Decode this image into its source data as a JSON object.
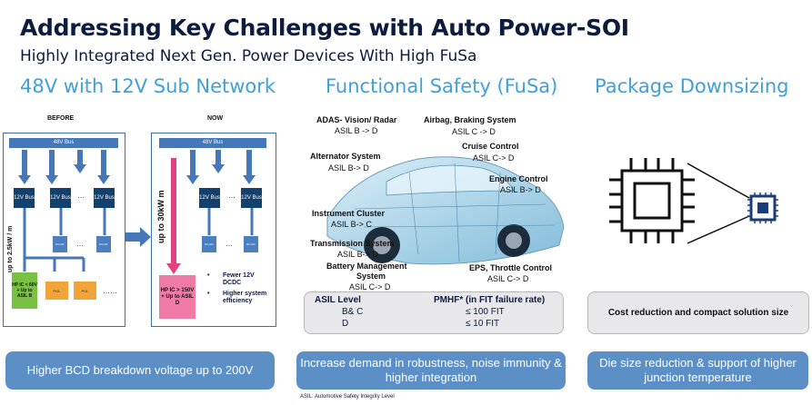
{
  "header": {
    "title": "Addressing Key Challenges with Auto Power-SOI",
    "subtitle": "Highly Integrated Next Gen. Power Devices With High FuSa"
  },
  "columns": {
    "left": {
      "heading": "48V with 12V Sub Network",
      "before_label": "BEFORE",
      "now_label": "NOW",
      "bus_label": "48V Bus",
      "node_label": "12V Bus",
      "ellipsis": "…",
      "ellipsis_long": "……",
      "pol_label": "POL",
      "mini_label": "DC-DC",
      "before_side": "up to 2.5kW / m",
      "now_side": "up to 30kW m",
      "before_hpic": "HP IC < 60V + Up to ASIL B",
      "now_hpic": "HP IC > 150V + Up to ASIL D",
      "bullets": [
        "Fewer 12V DCDC",
        "Higher system efficiency"
      ],
      "bullet_mark": "•",
      "footer": "Higher BCD breakdown voltage up to 200V"
    },
    "middle": {
      "heading": "Functional Safety (FuSa)",
      "systems": [
        {
          "name": "ADAS- Vision/ Radar",
          "level": "ASIL B -> D"
        },
        {
          "name": "Airbag, Braking System",
          "level": "ASIL C -> D"
        },
        {
          "name": "Cruise Control",
          "level": "ASIL C-> D"
        },
        {
          "name": "Alternator System",
          "level": "ASIL B-> D"
        },
        {
          "name": "Engine Control",
          "level": "ASIL B-> D"
        },
        {
          "name": "Instrument Cluster",
          "level": "ASIL B-> C"
        },
        {
          "name": "Transmission  System",
          "level": "ASIL B-> D"
        },
        {
          "name": "Battery Management",
          "name2": "System",
          "level": "ASIL C-> D"
        },
        {
          "name": "EPS, Throttle Control",
          "level": "ASIL C-> D"
        }
      ],
      "table": {
        "col1_header": "ASIL Level",
        "col2_header": "PMHF* (in FIT failure rate)",
        "rows": [
          {
            "level": "B& C",
            "value": "≤ 100 FIT"
          },
          {
            "level": "D",
            "value": "≤ 10 FIT"
          }
        ]
      },
      "footer": "Increase demand in robustness, noise immunity & higher integration",
      "footnote": "ASIL: Automotive Safety Integrity Level"
    },
    "right": {
      "heading": "Package Downsizing",
      "chip_icon": "chip-icon",
      "note": "Cost reduction and compact solution size",
      "footer": "Die size reduction & support of higher junction temperature"
    }
  },
  "colors": {
    "title": "#0d1b3e",
    "heading": "#3fa1d8",
    "bus": "#4677b8",
    "node": "#12416f",
    "pol": "#f0a43a",
    "hpic": "#f07ba6",
    "green": "#78c142",
    "pill": "#5d8fc7"
  }
}
